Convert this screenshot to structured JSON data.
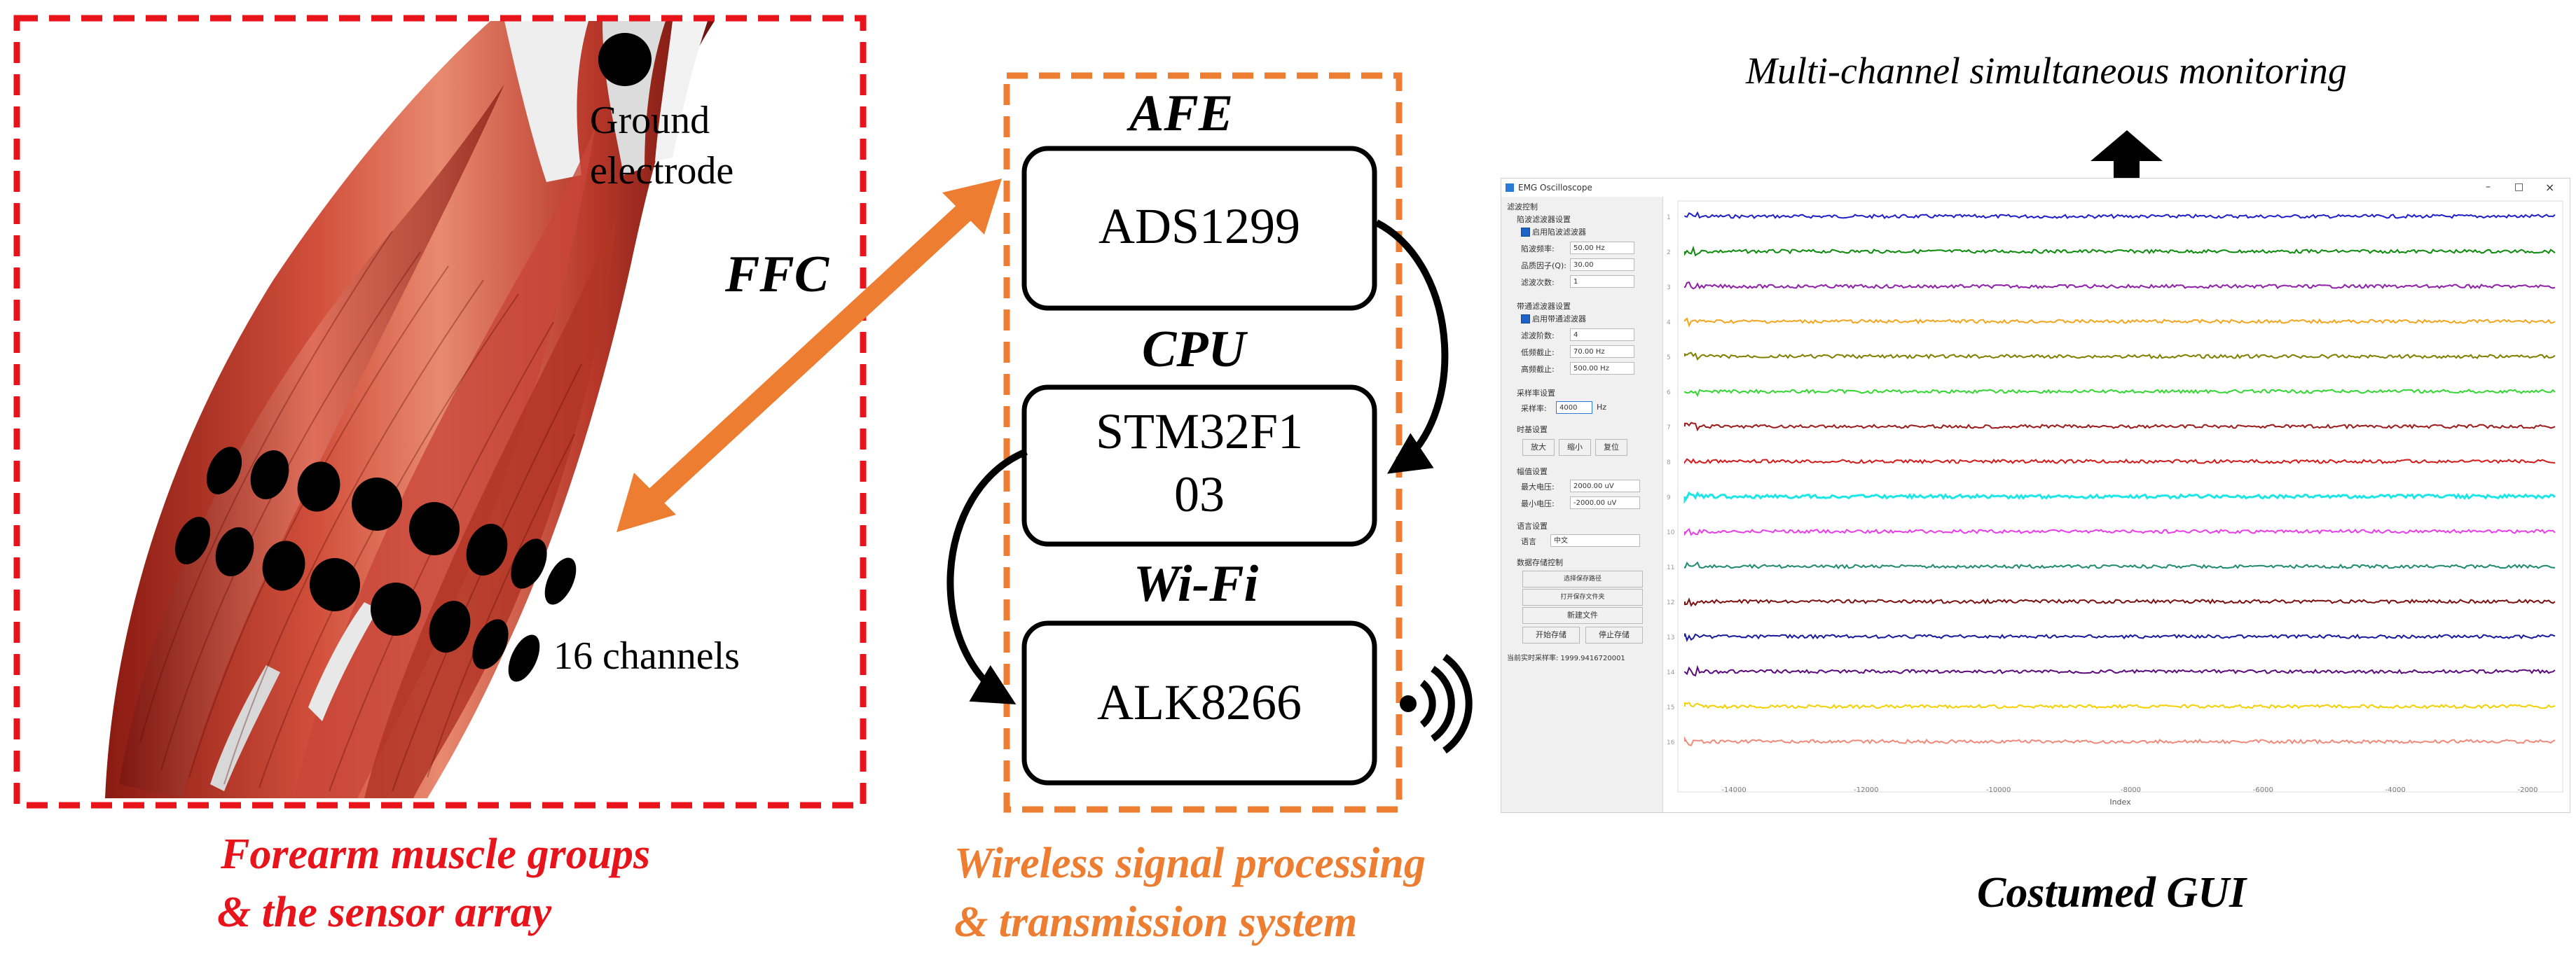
{
  "panels": {
    "muscle": {
      "ground_label_line1": "Ground",
      "ground_label_line2": "electrode",
      "channels_label": "16 channels",
      "caption_line1": "Forearm muscle groups",
      "caption_line2": "& the sensor array",
      "border_color": "#e8141c"
    },
    "link": {
      "label": "FFC",
      "arrow_color": "#ed7d31"
    },
    "processing": {
      "border_color": "#ed7d31",
      "blocks": [
        {
          "header": "AFE",
          "chip": "ADS1299"
        },
        {
          "header": "CPU",
          "chip_line1": "STM32F1",
          "chip_line2": "03"
        },
        {
          "header": "Wi-Fi",
          "chip": "ALK8266"
        }
      ],
      "caption_line1": "Wireless signal processing",
      "caption_line2": "& transmission system"
    },
    "gui": {
      "top_label": "Multi-channel simultaneous monitoring",
      "caption": "Costumed GUI",
      "window_title": "EMG Oscilloscope",
      "window_controls": [
        "–",
        "□",
        "×"
      ],
      "sidebar": {
        "group_title": "滤波控制",
        "notch_section": "陷波滤波器设置",
        "notch_enable": "启用陷波滤波器",
        "notch_freq_label": "陷波频率:",
        "notch_freq_value": "50.00 Hz",
        "q_factor_label": "品质因子(Q):",
        "q_factor_value": "30.00",
        "notch_order_label": "滤波次数:",
        "notch_order_value": "1",
        "bandpass_section": "带通滤波器设置",
        "bandpass_enable": "启用带通滤波器",
        "bp_order_label": "滤波阶数:",
        "bp_order_value": "4",
        "low_cut_label": "低频截止:",
        "low_cut_value": "70.00 Hz",
        "high_cut_label": "高频截止:",
        "high_cut_value": "500.00 Hz",
        "sample_section": "采样率设置",
        "sample_label": "采样率:",
        "sample_value": "4000",
        "sample_unit": "Hz",
        "time_section": "时基设置",
        "zoom_in": "放大",
        "zoom_out": "缩小",
        "reset": "复位",
        "range_section": "幅值设置",
        "max_v_label": "最大电压:",
        "max_v_value": "2000.00 uV",
        "min_v_label": "最小电压:",
        "min_v_value": "-2000.00 uV",
        "lang_section": "语言设置",
        "lang_label": "语言",
        "lang_value": "中文",
        "data_section": "数据存储控制",
        "btn_select_path": "选择保存路径",
        "btn_open_folder": "打开保存文件夹",
        "btn_new_file": "新建文件",
        "btn_start_save": "开始存储",
        "btn_stop_save": "停止存储",
        "rate_label": "当前实时采样率: 1999.9416720001"
      },
      "plot": {
        "x_axis_label": "Index",
        "x_ticks": [
          "-14000",
          "-12000",
          "-10000",
          "-8000",
          "-6000",
          "-4000",
          "-2000"
        ],
        "channels": [
          {
            "label": "1",
            "color": "#1f1fc8"
          },
          {
            "label": "2",
            "color": "#0b8a0b"
          },
          {
            "label": "3",
            "color": "#8e1fa8"
          },
          {
            "label": "4",
            "color": "#f2a51e"
          },
          {
            "label": "5",
            "color": "#7f7f00"
          },
          {
            "label": "6",
            "color": "#33d633"
          },
          {
            "label": "7",
            "color": "#9c1a1a"
          },
          {
            "label": "8",
            "color": "#d11a1a"
          },
          {
            "label": "9",
            "color": "#1ee6e6"
          },
          {
            "label": "10",
            "color": "#e83de8"
          },
          {
            "label": "11",
            "color": "#1f8a6e"
          },
          {
            "label": "12",
            "color": "#7a1010"
          },
          {
            "label": "13",
            "color": "#1a1a9c"
          },
          {
            "label": "14",
            "color": "#5a0a7a"
          },
          {
            "label": "15",
            "color": "#f5d000"
          },
          {
            "label": "16",
            "color": "#f08a7a"
          }
        ]
      }
    }
  }
}
